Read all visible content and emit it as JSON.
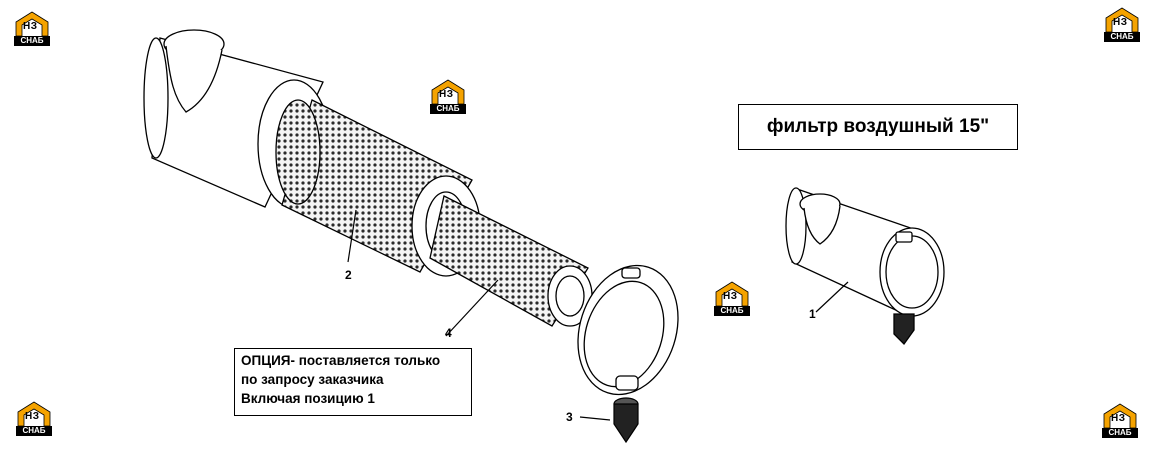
{
  "title": "фильтр воздушный 15\"",
  "note": {
    "lines": [
      "ОПЦИЯ- поставляется только",
      "по запросу заказчика",
      "Включая позицию 1"
    ]
  },
  "callouts": {
    "part1": "1",
    "part2": "2",
    "part3": "3",
    "part4": "4"
  },
  "logo": {
    "abbr": "НЗ",
    "brand": "СНАБ",
    "color_orange": "#f5a300",
    "color_black": "#000000"
  }
}
